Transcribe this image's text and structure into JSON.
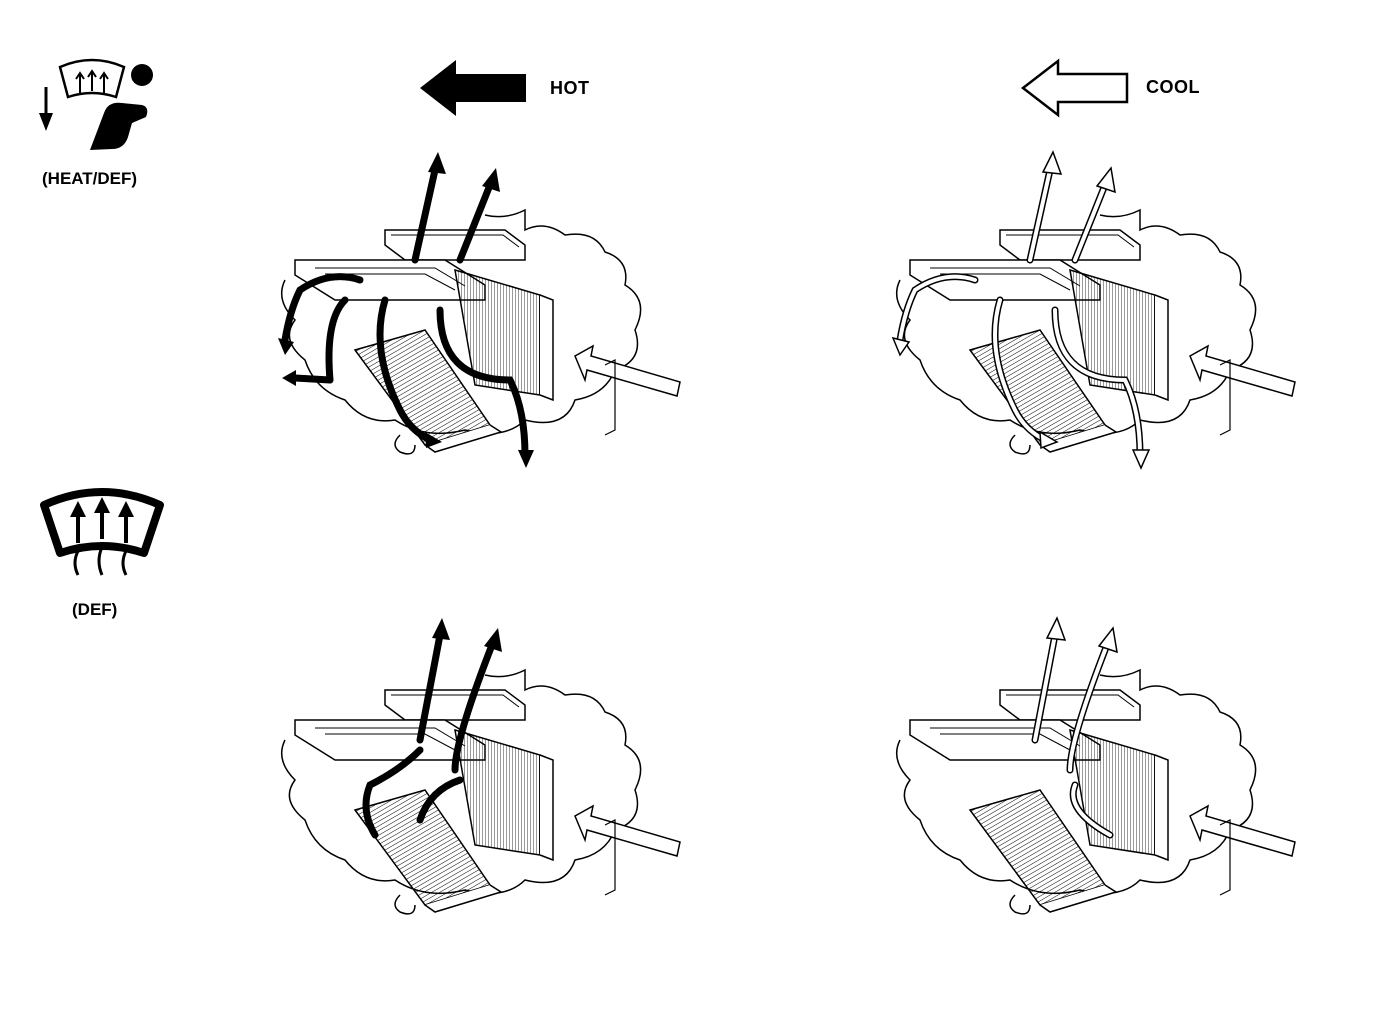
{
  "modes": [
    {
      "id": "heat-def",
      "label": "(HEAT/DEF)",
      "icon": "heat-def-mode-icon"
    },
    {
      "id": "def",
      "label": "(DEF)",
      "icon": "windshield-defrost-icon"
    }
  ],
  "legend": {
    "hot": {
      "label": "HOT",
      "icon": "solid-arrow-left-icon",
      "color": "#000000"
    },
    "cool": {
      "label": "COOL",
      "icon": "outline-arrow-left-icon",
      "color": "#ffffff"
    }
  },
  "panels": [
    {
      "mode": "heat-def",
      "airflow": "hot"
    },
    {
      "mode": "heat-def",
      "airflow": "cool"
    },
    {
      "mode": "def",
      "airflow": "hot"
    },
    {
      "mode": "def",
      "airflow": "cool"
    }
  ]
}
